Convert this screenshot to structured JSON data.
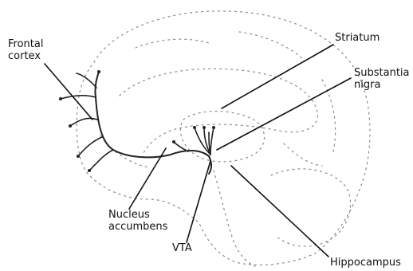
{
  "labels": {
    "frontal_cortex": [
      "Frontal",
      "cortex"
    ],
    "striatum": [
      "Striatum"
    ],
    "substantia_nigra": [
      "Substantia",
      "nigra"
    ],
    "nucleus_accumbens": [
      "Nucleus",
      "accumbens"
    ],
    "vta": [
      "VTA"
    ],
    "hippocampus": [
      "Hippocampus"
    ]
  },
  "colors": {
    "outline": "#8a8a8a",
    "pathway": "#222222",
    "text": "#111111"
  }
}
